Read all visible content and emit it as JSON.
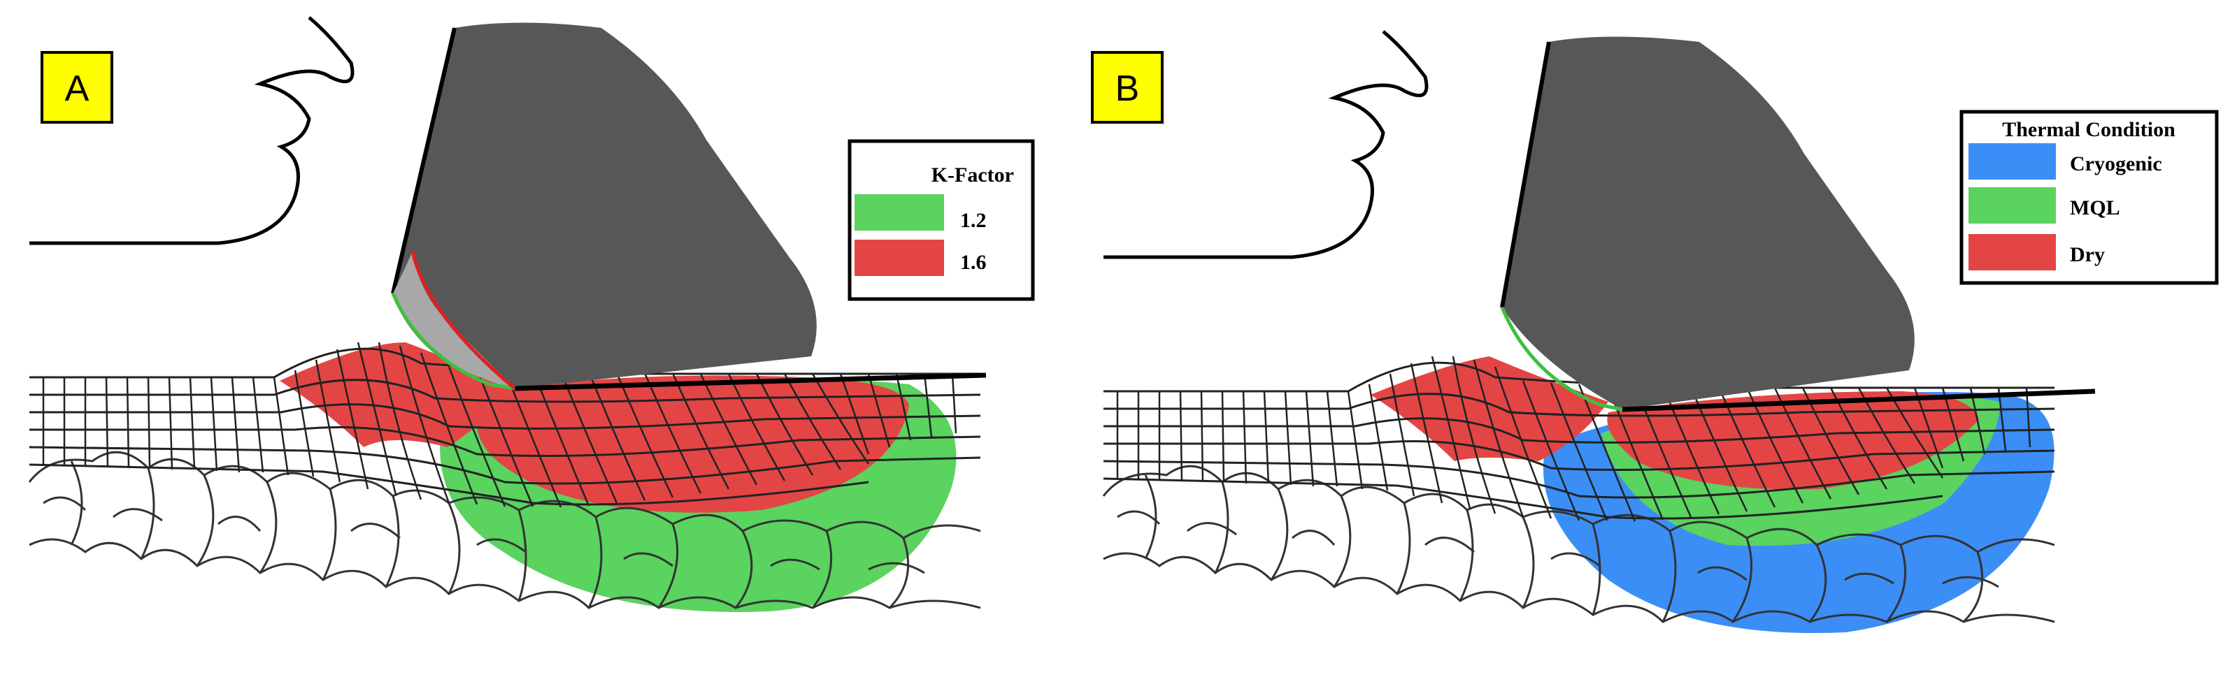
{
  "panels": [
    {
      "label": "A",
      "legend": {
        "title": "K-Factor",
        "items": [
          {
            "label": "1.2",
            "color": "#5ad35f"
          },
          {
            "label": "1.6",
            "color": "#e34545"
          }
        ]
      }
    },
    {
      "label": "B",
      "legend": {
        "title": "Thermal Condition",
        "items": [
          {
            "label": "Cryogenic",
            "color": "#3a8ef6"
          },
          {
            "label": "MQL",
            "color": "#5ad35f"
          },
          {
            "label": "Dry",
            "color": "#e34545"
          }
        ]
      }
    }
  ],
  "colors": {
    "tool": "#575757",
    "label_box": "#ffff00",
    "mesh_line": "#222222",
    "grain_line": "#333333"
  }
}
